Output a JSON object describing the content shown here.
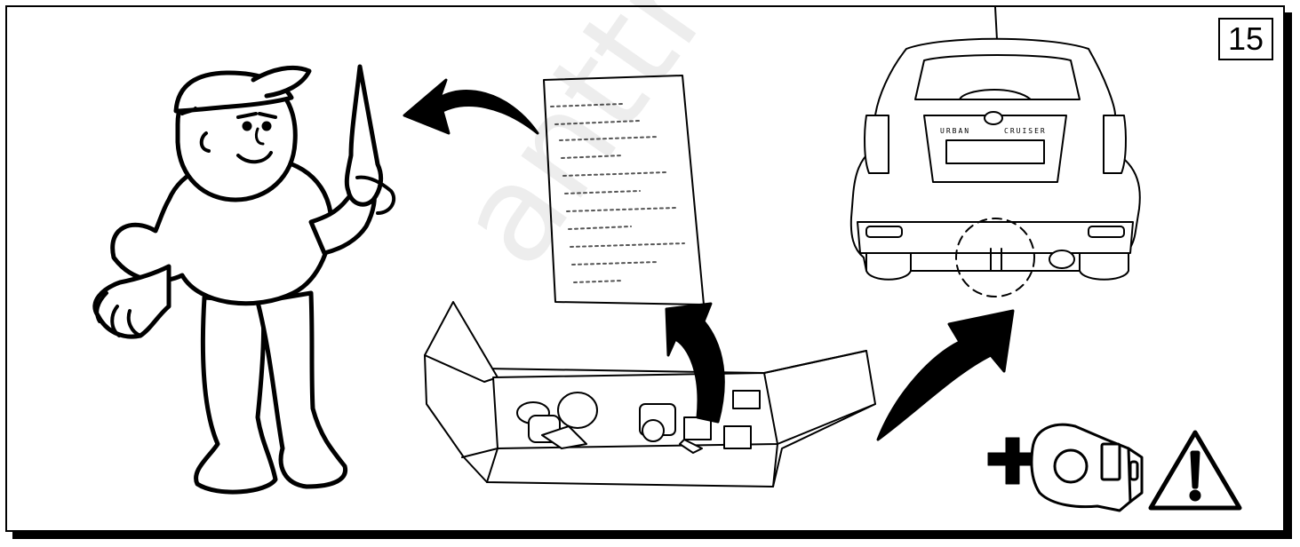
{
  "step_number": "15",
  "plate": {
    "left": "URBAN",
    "right": "CRUISER"
  },
  "watermark": "anttrekhake",
  "icons": [
    "mechanic-figure",
    "instructions-sheet",
    "parts-box",
    "car-rear",
    "plus-icon",
    "socket-bracket",
    "warning-icon"
  ],
  "colors": {
    "ink": "#000000",
    "paper": "#ffffff"
  }
}
